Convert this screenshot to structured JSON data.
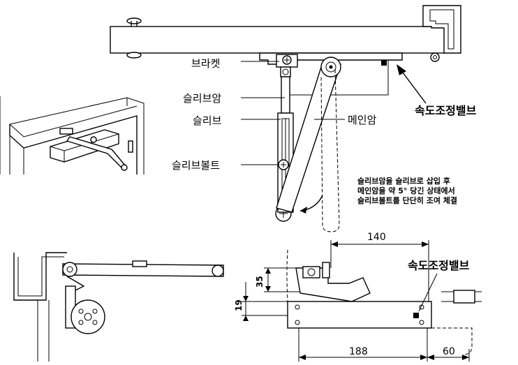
{
  "labels": {
    "bracket": "브라켓",
    "sleeve_arm": "슬리브암",
    "sleeve": "슬리브",
    "main_arm": "메인암",
    "sleeve_bolt": "슬리브볼트",
    "speed_valve_top": "속도조정밸브",
    "speed_valve_bottom": "속도조정밸브"
  },
  "note": {
    "line1": "슬리브암을 슬리브로 삽입 후",
    "line2": "메인암을 약 5° 당긴 상태에서",
    "line3": "슬리브볼트를 단단히 조여 체결"
  },
  "dimensions": {
    "d140": "140",
    "d35": "35",
    "d19": "19",
    "d188": "188",
    "d60": "60"
  }
}
